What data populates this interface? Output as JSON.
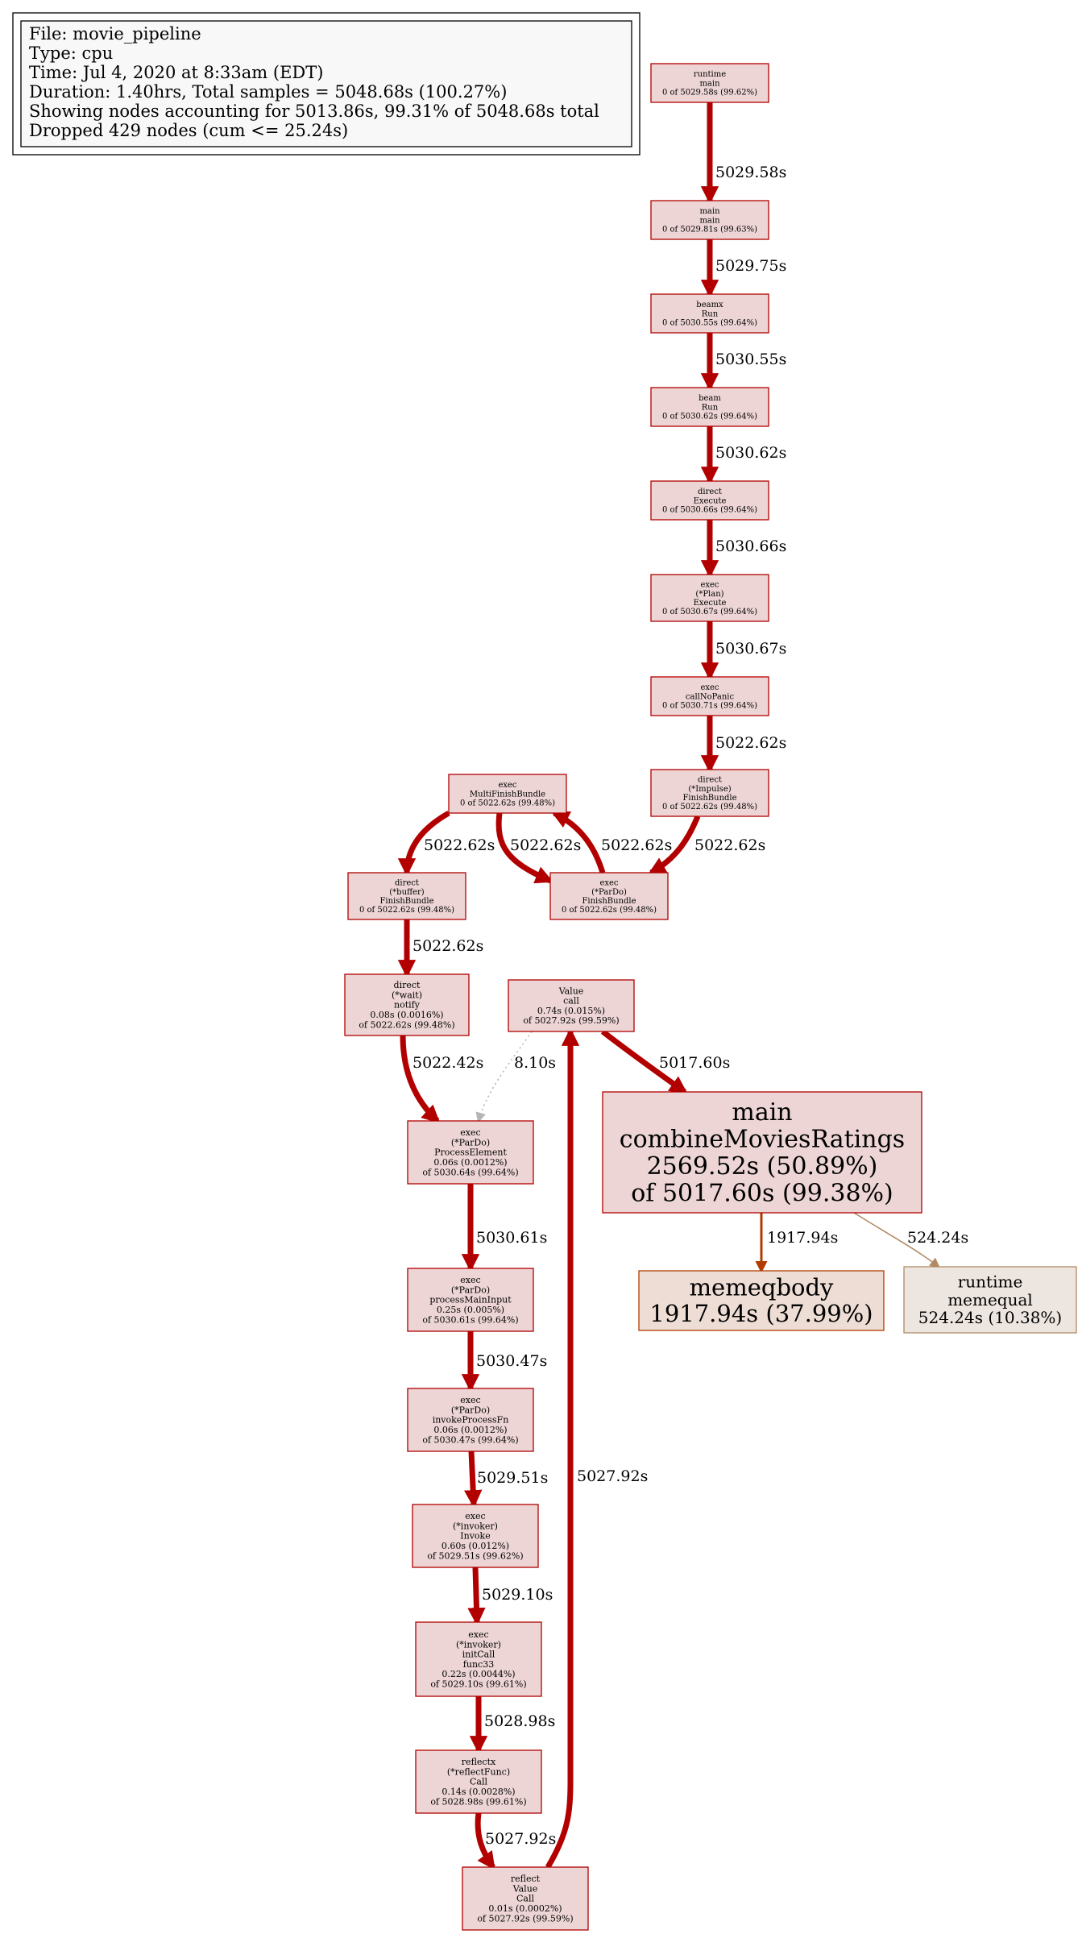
{
  "colors": {
    "hot_fill": "#edd5d5",
    "hot_stroke": "#b20000",
    "edge_hot": "#b20000",
    "warm_fill": "#edddd5",
    "warm_stroke": "#b23c00",
    "edge_warm": "#b23c00",
    "mild_fill": "#ede5e0",
    "mild_stroke": "#b28a65",
    "edge_mild": "#b28a65",
    "edge_dotted": "#b5b5b5",
    "legend_fill": "#f8f8f8"
  },
  "legend": {
    "lines": [
      "File: movie_pipeline",
      "Type: cpu",
      "Time: Jul 4, 2020 at 8:33am (EDT)",
      "Duration: 1.40hrs, Total samples = 5048.68s (100.27%)",
      "Showing nodes accounting for 5013.86s, 99.31% of 5048.68s total",
      "Dropped 429 nodes (cum <= 25.24s)"
    ]
  },
  "nodes": [
    {
      "id": "runtime_main",
      "style": "hot",
      "lines": [
        "runtime",
        "main",
        "0 of 5029.58s (99.62%)"
      ]
    },
    {
      "id": "main_main",
      "style": "hot",
      "lines": [
        "main",
        "main",
        "0 of 5029.81s (99.63%)"
      ]
    },
    {
      "id": "beamx_run",
      "style": "hot",
      "lines": [
        "beamx",
        "Run",
        "0 of 5030.55s (99.64%)"
      ]
    },
    {
      "id": "beam_run",
      "style": "hot",
      "lines": [
        "beam",
        "Run",
        "0 of 5030.62s (99.64%)"
      ]
    },
    {
      "id": "direct_execute",
      "style": "hot",
      "lines": [
        "direct",
        "Execute",
        "0 of 5030.66s (99.64%)"
      ]
    },
    {
      "id": "exec_plan_execute",
      "style": "hot",
      "lines": [
        "exec",
        "(*Plan)",
        "Execute",
        "0 of 5030.67s (99.64%)"
      ]
    },
    {
      "id": "exec_callnopanic",
      "style": "hot",
      "lines": [
        "exec",
        "callNoPanic",
        "0 of 5030.71s (99.64%)"
      ]
    },
    {
      "id": "direct_impulse_finish",
      "style": "hot",
      "lines": [
        "direct",
        "(*Impulse)",
        "FinishBundle",
        "0 of 5022.62s (99.48%)"
      ]
    },
    {
      "id": "exec_multifinish",
      "style": "hot",
      "lines": [
        "exec",
        "MultiFinishBundle",
        "0 of 5022.62s (99.48%)"
      ]
    },
    {
      "id": "direct_buffer_finish",
      "style": "hot",
      "lines": [
        "direct",
        "(*buffer)",
        "FinishBundle",
        "0 of 5022.62s (99.48%)"
      ]
    },
    {
      "id": "exec_pardo_finish",
      "style": "hot",
      "lines": [
        "exec",
        "(*ParDo)",
        "FinishBundle",
        "0 of 5022.62s (99.48%)"
      ]
    },
    {
      "id": "direct_wait_notify",
      "style": "hot",
      "lines": [
        "direct",
        "(*wait)",
        "notify",
        "0.08s (0.0016%)",
        "of 5022.62s (99.48%)"
      ]
    },
    {
      "id": "value_call",
      "style": "hot",
      "lines": [
        "Value",
        "call",
        "0.74s (0.015%)",
        "of 5027.92s (99.59%)"
      ]
    },
    {
      "id": "exec_pardo_processelement",
      "style": "hot",
      "lines": [
        "exec",
        "(*ParDo)",
        "ProcessElement",
        "0.06s (0.0012%)",
        "of 5030.64s (99.64%)"
      ]
    },
    {
      "id": "main_combine",
      "style": "hot",
      "lines": [
        "main",
        "combineMoviesRatings",
        "2569.52s (50.89%)",
        "of 5017.60s (99.38%)"
      ]
    },
    {
      "id": "memeqbody",
      "style": "warm",
      "lines": [
        "memeqbody",
        "1917.94s (37.99%)"
      ]
    },
    {
      "id": "runtime_memequal",
      "style": "mild",
      "lines": [
        "runtime",
        "memequal",
        "524.24s (10.38%)"
      ]
    },
    {
      "id": "exec_pardo_processmaininput",
      "style": "hot",
      "lines": [
        "exec",
        "(*ParDo)",
        "processMainInput",
        "0.25s (0.005%)",
        "of 5030.61s (99.64%)"
      ]
    },
    {
      "id": "exec_pardo_invokeprocessfn",
      "style": "hot",
      "lines": [
        "exec",
        "(*ParDo)",
        "invokeProcessFn",
        "0.06s (0.0012%)",
        "of 5030.47s (99.64%)"
      ]
    },
    {
      "id": "exec_invoker_invoke",
      "style": "hot",
      "lines": [
        "exec",
        "(*invoker)",
        "Invoke",
        "0.60s (0.012%)",
        "of 5029.51s (99.62%)"
      ]
    },
    {
      "id": "exec_invoker_initcall",
      "style": "hot",
      "lines": [
        "exec",
        "(*invoker)",
        "initCall",
        "func33",
        "0.22s (0.0044%)",
        "of 5029.10s (99.61%)"
      ]
    },
    {
      "id": "reflectx_call",
      "style": "hot",
      "lines": [
        "reflectx",
        "(*reflectFunc)",
        "Call",
        "0.14s (0.0028%)",
        "of 5028.98s (99.61%)"
      ]
    },
    {
      "id": "reflect_value_call",
      "style": "hot",
      "lines": [
        "reflect",
        "Value",
        "Call",
        "0.01s (0.0002%)",
        "of 5027.92s (99.59%)"
      ]
    }
  ],
  "edges": [
    {
      "id": "e1",
      "from": "runtime_main",
      "to": "main_main",
      "label": "5029.58s",
      "style": "hot"
    },
    {
      "id": "e2",
      "from": "main_main",
      "to": "beamx_run",
      "label": "5029.75s",
      "style": "hot"
    },
    {
      "id": "e3",
      "from": "beamx_run",
      "to": "beam_run",
      "label": "5030.55s",
      "style": "hot"
    },
    {
      "id": "e4",
      "from": "beam_run",
      "to": "direct_execute",
      "label": "5030.62s",
      "style": "hot"
    },
    {
      "id": "e5",
      "from": "direct_execute",
      "to": "exec_plan_execute",
      "label": "5030.66s",
      "style": "hot"
    },
    {
      "id": "e6",
      "from": "exec_plan_execute",
      "to": "exec_callnopanic",
      "label": "5030.67s",
      "style": "hot"
    },
    {
      "id": "e7",
      "from": "exec_callnopanic",
      "to": "direct_impulse_finish",
      "label": "5022.62s",
      "style": "hot"
    },
    {
      "id": "e8",
      "from": "direct_impulse_finish",
      "to": "exec_pardo_finish",
      "label": "5022.62s",
      "style": "hot"
    },
    {
      "id": "e9",
      "from": "exec_multifinish",
      "to": "direct_buffer_finish",
      "label": "5022.62s",
      "style": "hot"
    },
    {
      "id": "e10",
      "from": "exec_multifinish",
      "to": "exec_pardo_finish",
      "label": "5022.62s",
      "style": "hot"
    },
    {
      "id": "e11",
      "from": "exec_pardo_finish",
      "to": "exec_multifinish",
      "label": "5022.62s",
      "style": "hot"
    },
    {
      "id": "e12",
      "from": "direct_buffer_finish",
      "to": "direct_wait_notify",
      "label": "5022.62s",
      "style": "hot"
    },
    {
      "id": "e13",
      "from": "direct_wait_notify",
      "to": "exec_pardo_processelement",
      "label": "5022.42s",
      "style": "hot"
    },
    {
      "id": "e14",
      "from": "value_call",
      "to": "exec_pardo_processelement",
      "label": "8.10s",
      "style": "dotted"
    },
    {
      "id": "e15",
      "from": "value_call",
      "to": "main_combine",
      "label": "5017.60s",
      "style": "hot"
    },
    {
      "id": "e16",
      "from": "main_combine",
      "to": "memeqbody",
      "label": "1917.94s",
      "style": "warm"
    },
    {
      "id": "e17",
      "from": "main_combine",
      "to": "runtime_memequal",
      "label": "524.24s",
      "style": "mild"
    },
    {
      "id": "e18",
      "from": "exec_pardo_processelement",
      "to": "exec_pardo_processmaininput",
      "label": "5030.61s",
      "style": "hot"
    },
    {
      "id": "e19",
      "from": "exec_pardo_processmaininput",
      "to": "exec_pardo_invokeprocessfn",
      "label": "5030.47s",
      "style": "hot"
    },
    {
      "id": "e20",
      "from": "exec_pardo_invokeprocessfn",
      "to": "exec_invoker_invoke",
      "label": "5029.51s",
      "style": "hot"
    },
    {
      "id": "e21",
      "from": "exec_invoker_invoke",
      "to": "exec_invoker_initcall",
      "label": "5029.10s",
      "style": "hot"
    },
    {
      "id": "e22",
      "from": "exec_invoker_initcall",
      "to": "reflectx_call",
      "label": "5028.98s",
      "style": "hot"
    },
    {
      "id": "e23",
      "from": "reflectx_call",
      "to": "reflect_value_call",
      "label": "5027.92s",
      "style": "hot"
    },
    {
      "id": "e24",
      "from": "reflect_value_call",
      "to": "value_call",
      "label": "5027.92s",
      "style": "hot"
    }
  ]
}
